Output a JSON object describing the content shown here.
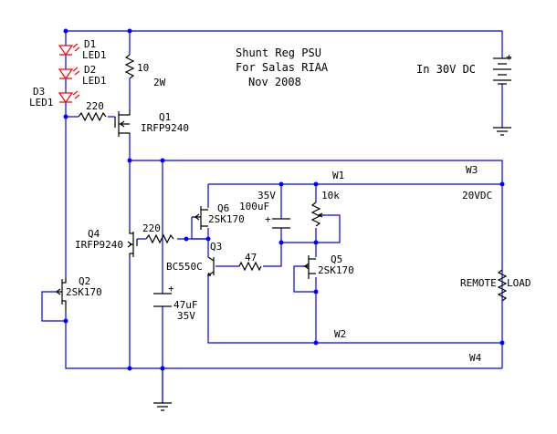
{
  "title": {
    "line1": "Shunt Reg PSU",
    "line2": "For Salas RIAA",
    "line3": "Nov 2008"
  },
  "supply": {
    "label": "In 30V DC",
    "polarity": "+"
  },
  "output": {
    "voltage": "20VDC",
    "load_prefix": "REMOTE",
    "load_label": "LOAD"
  },
  "components": {
    "d1": {
      "ref": "D1",
      "value": "LED1"
    },
    "d2": {
      "ref": "D2",
      "value": "LED1"
    },
    "d3": {
      "ref": "D3",
      "value": "LED1"
    },
    "r_input": {
      "value": "10",
      "power": "2W"
    },
    "r_q1_gate": {
      "value": "220"
    },
    "q1": {
      "ref": "Q1",
      "value": "IRFP9240"
    },
    "q2": {
      "ref": "Q2",
      "value": "2SK170"
    },
    "q4": {
      "ref": "Q4",
      "value": "IRFP9240"
    },
    "r_q4_gate": {
      "value": "220"
    },
    "q6": {
      "ref": "Q6",
      "value": "2SK170"
    },
    "q3": {
      "ref": "Q3",
      "value": "BC550C"
    },
    "r_q3_base": {
      "value": "47"
    },
    "c_ref": {
      "voltage": "35V",
      "value": "100uF",
      "polarity": "+"
    },
    "pot": {
      "value": "10k"
    },
    "q5": {
      "ref": "Q5",
      "value": "2SK170"
    },
    "c_out": {
      "value": "47uF",
      "voltage": "35V",
      "polarity": "+"
    }
  },
  "nodes": {
    "w1": "W1",
    "w2": "W2",
    "w3": "W3",
    "w4": "W4"
  },
  "colors": {
    "wire": "#0000ff",
    "component": "#000000",
    "led": "#ff0000",
    "background": "#ffffff"
  }
}
